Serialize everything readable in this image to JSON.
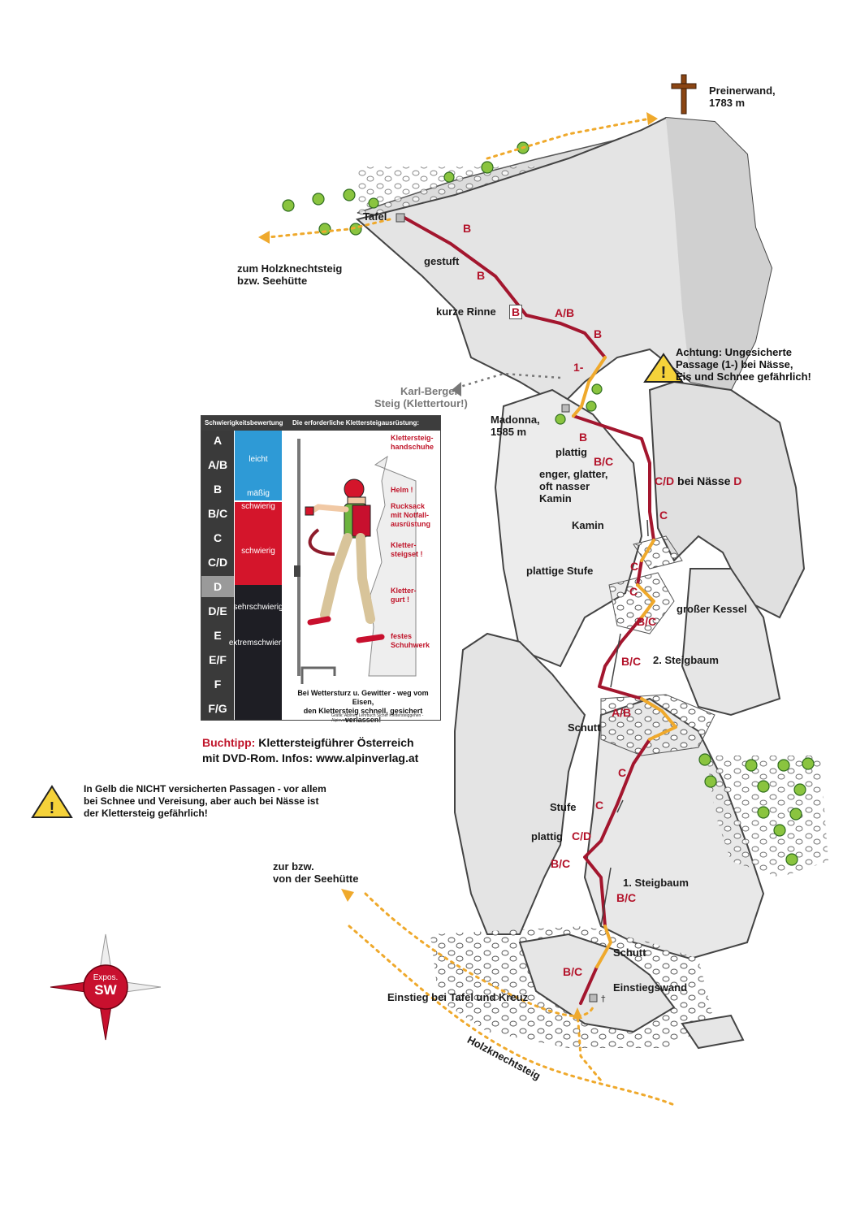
{
  "summit": {
    "name": "Preinerwand,",
    "altitude": "1783 m"
  },
  "places": {
    "tafel": "Tafel",
    "holzknecht_top": [
      "zum Holzknechtsteig",
      "bzw. Seehütte"
    ],
    "gestuft": "gestuft",
    "kurze_rinne": "kurze Rinne",
    "karl_berger": [
      "Karl-Berger",
      "Steig (Klettertour!)"
    ],
    "madonna": [
      "Madonna,",
      "1585 m"
    ],
    "plattig1": "plattig",
    "enger_kamin": [
      "enger, glatter,",
      "oft nasser",
      "Kamin"
    ],
    "kamin": "Kamin",
    "plattige_stufe": "plattige Stufe",
    "grosser_kessel": "großer Kessel",
    "steigbaum2": "2. Steigbaum",
    "schutt1": "Schutt",
    "stufe": "Stufe",
    "plattig2": "plattig",
    "zur_seehuette": [
      "zur bzw.",
      "von der Seehütte"
    ],
    "steigbaum1": "1. Steigbaum",
    "schutt2": "Schutt",
    "einstiegswand": "Einstiegswand",
    "einstieg": "Einstieg bei Tafel und Kreuz",
    "holzknechtsteig": "Holzknechtsteig",
    "bei_naesse": "bei Nässe"
  },
  "grades": {
    "g1": "B",
    "g2": "B",
    "g3": "B",
    "g4": "A/B",
    "g5": "B",
    "g6": "1-",
    "g7": "B",
    "g8": "B/C",
    "g9": "C/D",
    "g10": "D",
    "g11": "C",
    "g12": "C",
    "g13": "C",
    "g14": "B/C",
    "g15": "B/C",
    "g16": "A/B",
    "g17": "C",
    "g18": "C",
    "g19": "C/D",
    "g20": "B/C",
    "g21": "B/C",
    "g22": "B/C"
  },
  "warning_top": [
    "Achtung: Ungesicherte",
    "Passage (1-) bei Nässe,",
    "Eis und Schnee gefährlich!"
  ],
  "warning_bottom": [
    "In Gelb die NICHT versicherten Passagen  - vor allem",
    "bei Schnee und Vereisung, aber auch bei Nässe ist",
    "der Klettersteig gefährlich!"
  ],
  "book": {
    "prefix": "Buchtipp:",
    "line1": "Klettersteigführer Österreich",
    "line2": "mit DVD-Rom. Infos: www.alpinverlag.at"
  },
  "compass": {
    "line1": "Expos.",
    "line2": "SW"
  },
  "legend": {
    "grading_header": "Schwierigkeitsbewertung",
    "equipment_header": "Die erforderliche Klettersteigausrüstung:",
    "grades": [
      "A",
      "A/B",
      "B",
      "B/C",
      "C",
      "C/D",
      "D",
      "D/E",
      "E",
      "E/F",
      "F",
      "F/G"
    ],
    "bands": {
      "leicht": "leicht",
      "maessig": "mäßig",
      "schwierig1": "schwierig",
      "schwierig2": "schwierig",
      "sehr": [
        "sehr",
        "schwierig"
      ],
      "extrem": [
        "extrem",
        "schwierig"
      ]
    },
    "equipment": {
      "handschuhe": [
        "Klettersteig-",
        "handschuhe"
      ],
      "helm": "Helm !",
      "rucksack": [
        "Rucksack",
        "mit Notfall-",
        "ausrüstung"
      ],
      "set": [
        "Kletter-",
        "steigset !"
      ],
      "gurt": [
        "Kletter-",
        "gurt !"
      ],
      "schuhwerk": [
        "festes",
        "Schuhwerk"
      ]
    },
    "note": [
      "Bei Wettersturz u. Gewitter - weg vom Eisen,",
      "den Klettersteig schnell, gesichert verlassen!"
    ],
    "credit": "Grafik: Alpines Lehrbuch Sicher Klettersteiggehen - Alpinverlag"
  },
  "colors": {
    "route": "#a3162e",
    "unsecured": "#efa92c",
    "grade_text": "#b3132a",
    "blue_band": "#2e9ad6",
    "red_band": "#d4152b",
    "dark_band": "#1e1e24"
  }
}
